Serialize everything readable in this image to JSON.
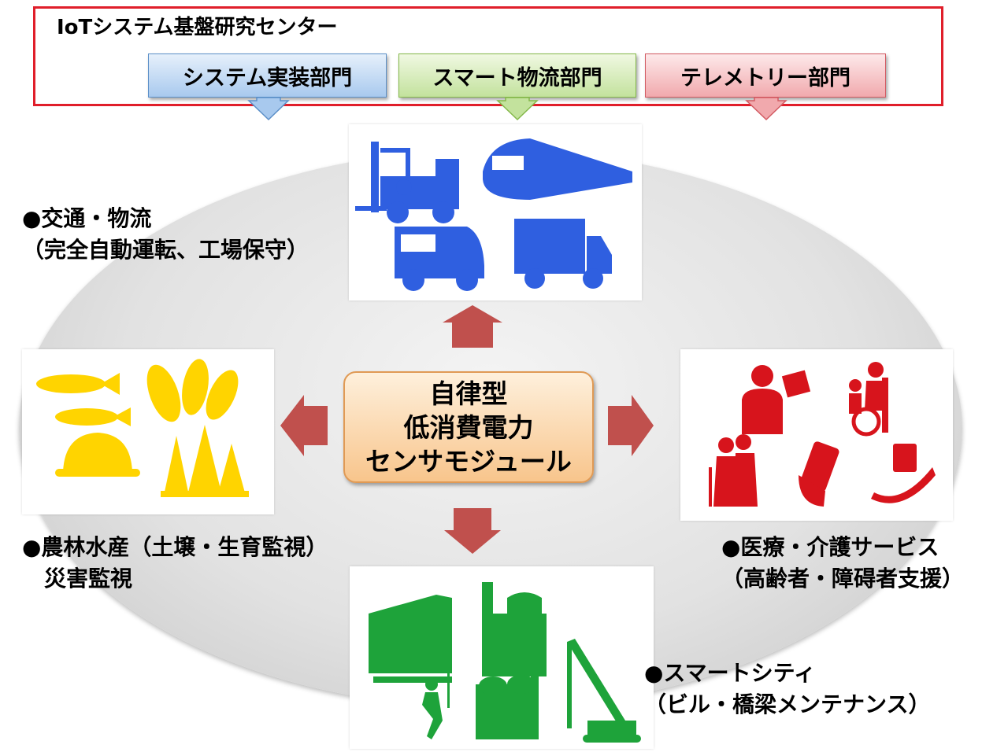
{
  "center": {
    "title": "IoTシステム基盤研究センター",
    "departments": [
      {
        "name": "システム実装部門"
      },
      {
        "name": "スマート物流部門"
      },
      {
        "name": "テレメトリー部門"
      }
    ]
  },
  "core": {
    "line1": "自律型",
    "line2": "低消費電力",
    "line3": "センサモジュール"
  },
  "applications": {
    "transport": {
      "line1": "●交通・物流",
      "line2": "（完全自動運転、工場保守）"
    },
    "agri": {
      "line1": "●農林水産（土壌・生育監視）",
      "line2": "　災害監視"
    },
    "medical": {
      "line1": "●医療・介護サービス",
      "line2": "（高齢者・障碍者支援）"
    },
    "city": {
      "line1": "●スマートシティ",
      "line2": "（ビル・橋梁メンテナンス）"
    }
  },
  "colors": {
    "frame": "#e01e2a",
    "transport_icons": "#2f5fe0",
    "agri_icons": "#ffd400",
    "medical_icons": "#d7141c",
    "city_icons": "#1ea33a",
    "arrows": "#c0504d"
  },
  "icons": {
    "transport": [
      "forklift-icon",
      "train-icon",
      "van-icon",
      "truck-icon"
    ],
    "agri": [
      "fish-icon",
      "fish-icon",
      "hard-hat-icon",
      "beans-icon",
      "forest-icon"
    ],
    "medical": [
      "patient-monitor-icon",
      "wheelchair-icon",
      "elderly-couple-icon",
      "smartphone-icon",
      "blood-pressure-icon"
    ],
    "city": [
      "hotel-building-icon",
      "factory-icon",
      "climber-icon",
      "plant-tanks-icon",
      "crane-icon"
    ]
  }
}
